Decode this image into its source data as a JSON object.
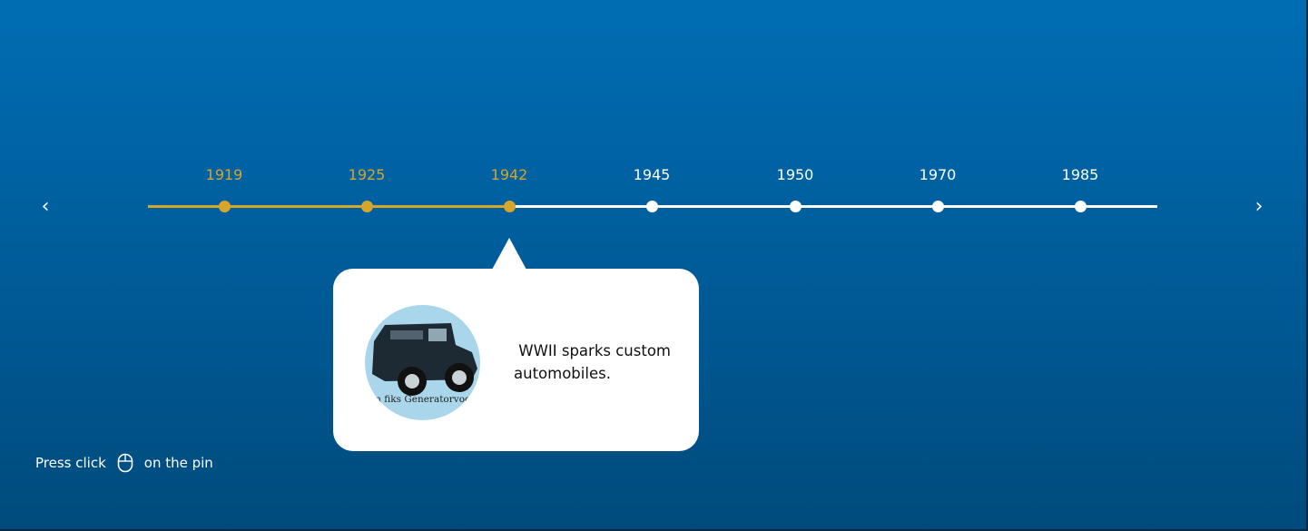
{
  "colors": {
    "active": "#d5a52c",
    "inactive": "#ffffff",
    "background": "#005c99"
  },
  "nav": {
    "prev_icon": "chevron-left-icon",
    "prev": "‹",
    "next_icon": "chevron-right-icon",
    "next": "›"
  },
  "timeline": {
    "active_index": 2,
    "years": [
      "1919",
      "1925",
      "1942",
      "1945",
      "1950",
      "1970",
      "1985"
    ]
  },
  "popup": {
    "image_caption": "En fiks Generatorvogn",
    "text": " WWII sparks custom automobiles."
  },
  "hint": {
    "before": "Press click",
    "icon": "mouse-icon",
    "after": "on the pin"
  }
}
